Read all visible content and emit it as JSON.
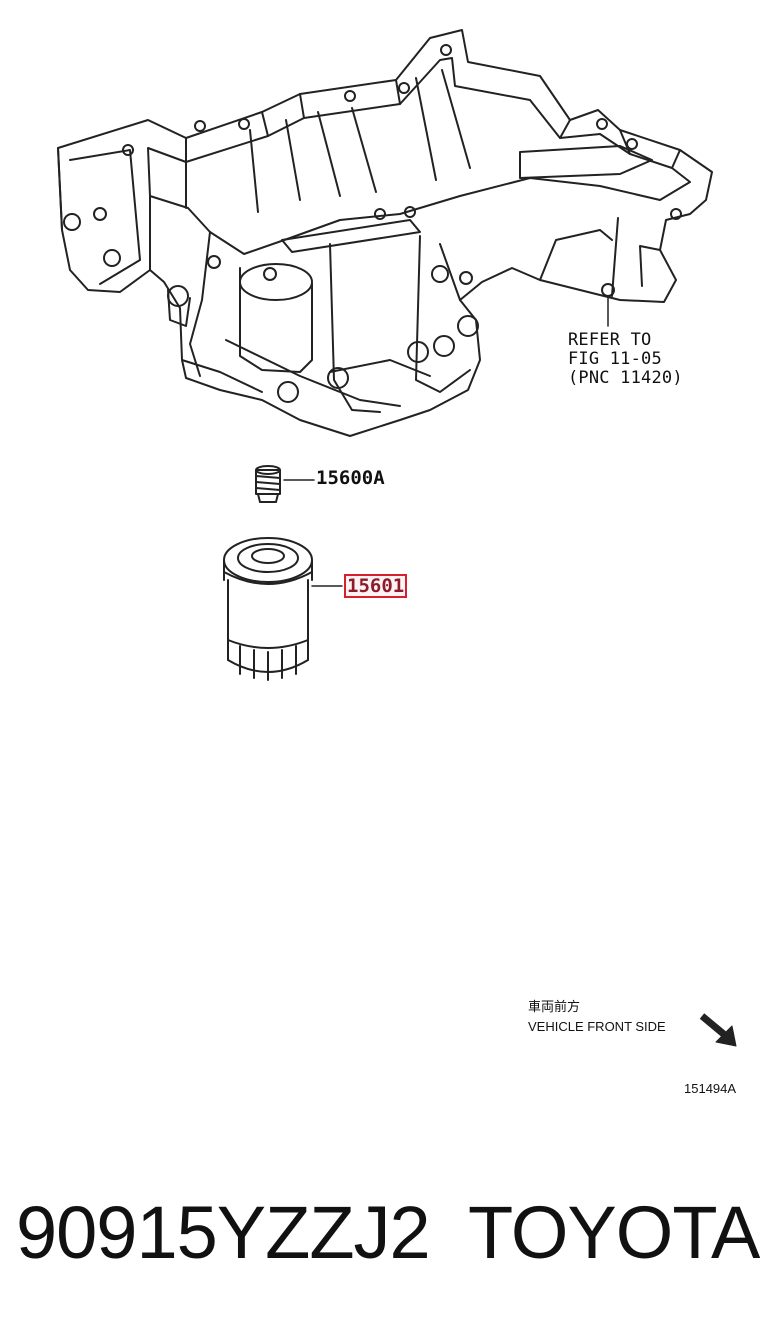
{
  "diagram": {
    "refer_note": "REFER TO\nFIG 11-05\n(PNC 11420)",
    "callouts": [
      {
        "id": "drain-plug",
        "label": "15600A",
        "highlighted": false
      },
      {
        "id": "oil-filter",
        "label": "15601",
        "highlighted": true
      }
    ],
    "direction_label_jp": "車両前方",
    "direction_label_en": "VEHICLE FRONT SIDE",
    "illustration_id": "151494A"
  },
  "footer": {
    "part_number": "90915YZZJ2",
    "brand": "TOYOTA"
  },
  "colors": {
    "line": "#222222",
    "highlight_border": "#d6202f",
    "highlight_text": "#8a1c2c"
  }
}
